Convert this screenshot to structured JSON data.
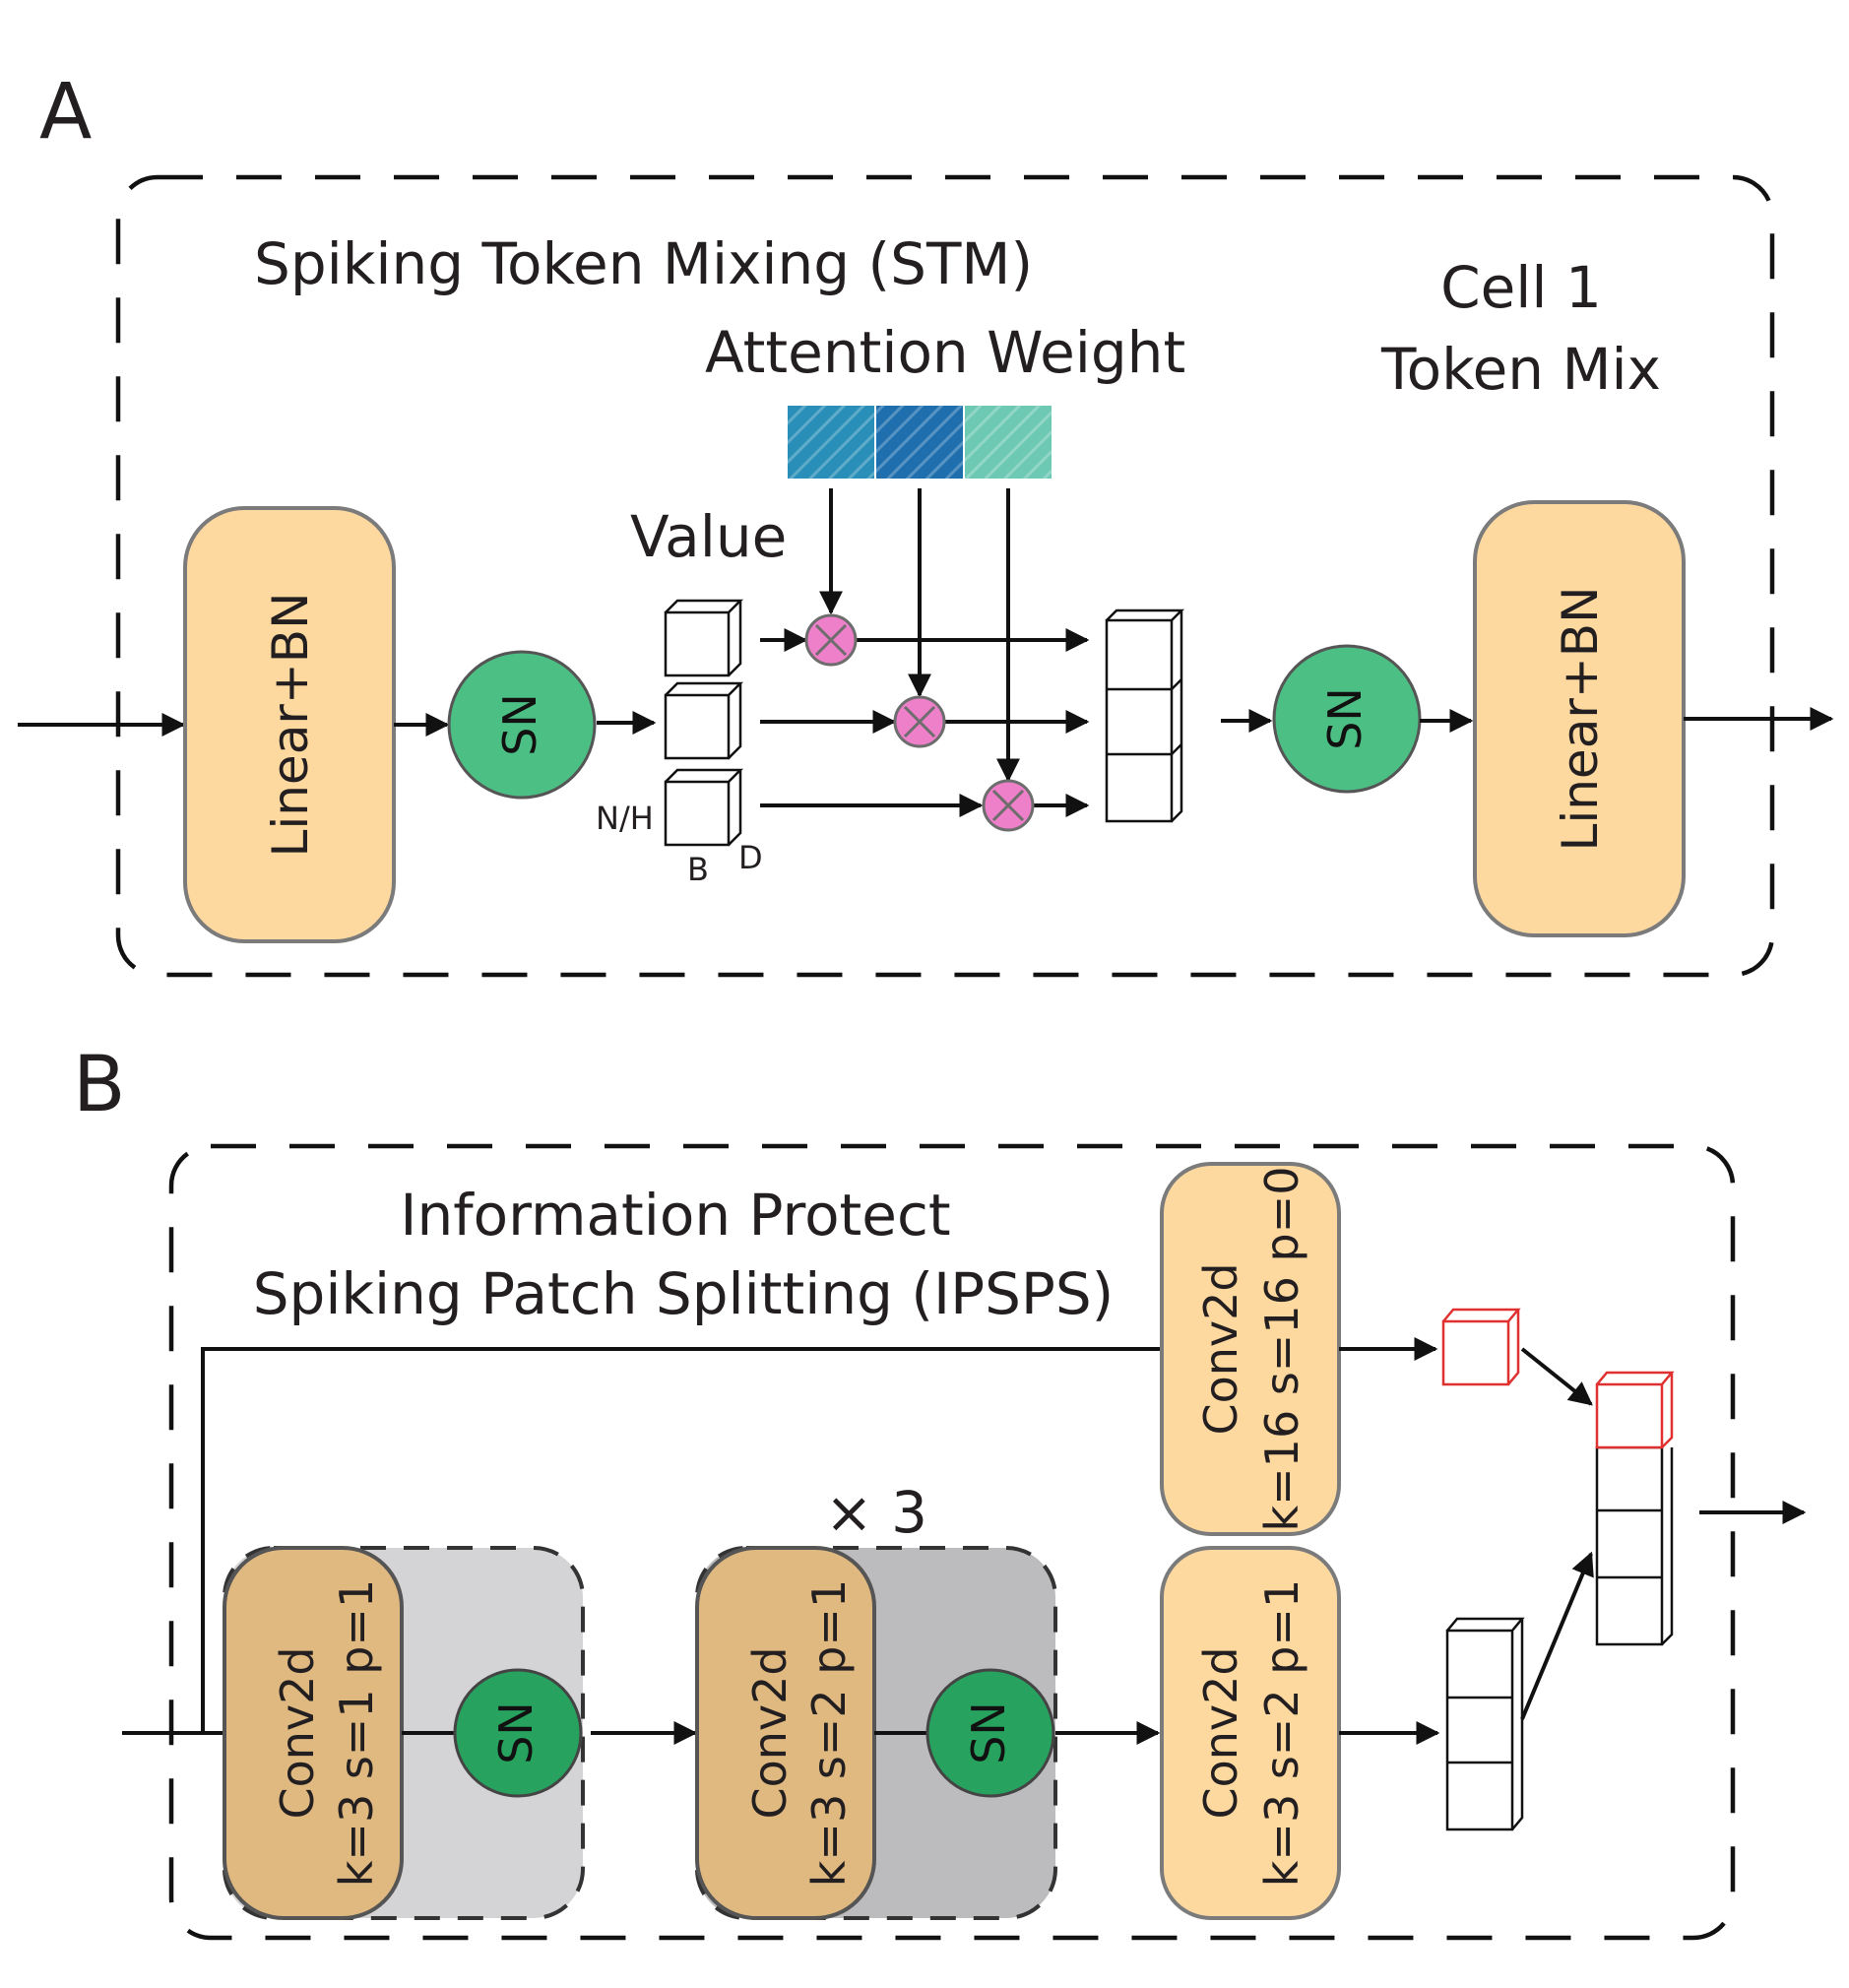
{
  "panel_a": {
    "letter": "A",
    "title": "Spiking Token Mixing (STM)",
    "attention_label": "Attention Weight",
    "cell_label_line1": "Cell 1",
    "cell_label_line2": "Token Mix",
    "value_label": "Value",
    "linear_bn_label": "Linear+BN",
    "sn_label": "SN",
    "dim_nh": "N/H",
    "dim_b": "B",
    "dim_d": "D",
    "attention_colors": [
      "#2a8fb8",
      "#1f6fae",
      "#6dc8b4"
    ]
  },
  "panel_b": {
    "letter": "B",
    "title_line1": "Information Protect",
    "title_line2": "Spiking Patch Splitting (IPSPS)",
    "repeat_label": "× 3",
    "conv_label": "Conv2d",
    "conv1_params": "k=3 s=1 p=1",
    "conv2_params": "k=3 s=2 p=1",
    "conv3_params": "k=3 s=2 p=1",
    "conv_top_params": "k=16 s=16 p=0",
    "sn_label": "SN",
    "highlight_color": "#e03030"
  }
}
